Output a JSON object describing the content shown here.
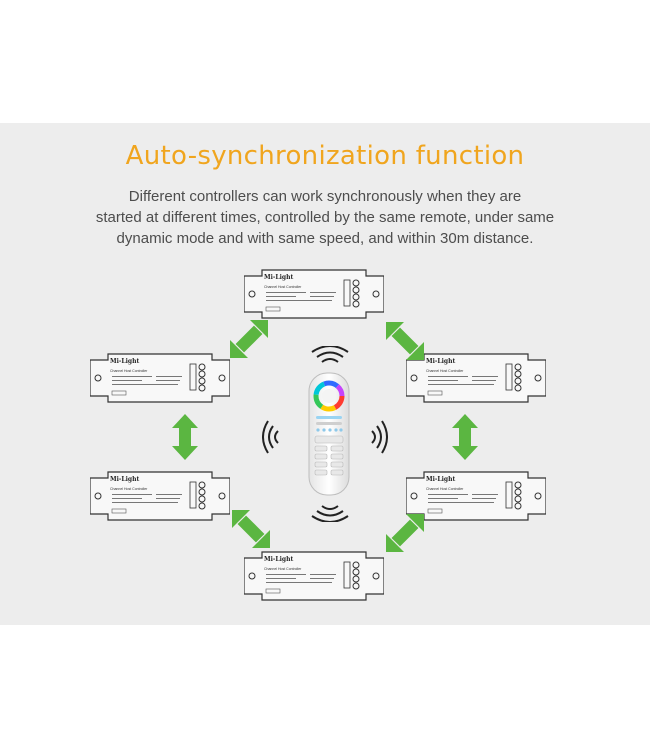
{
  "heading": {
    "title": "Auto-synchronization function",
    "description_lines": [
      "Different controllers can work synchronously when they are",
      "started at different times, controlled by the same remote, under same",
      "dynamic mode and with same speed, and within 30m distance."
    ]
  },
  "controller": {
    "brand": "Mi-Light",
    "model": "Channel Host Controller"
  },
  "colors": {
    "title": "#f0a51e",
    "arrow": "#5bb641",
    "panel": "#ededed",
    "text": "#4d4d4d"
  }
}
